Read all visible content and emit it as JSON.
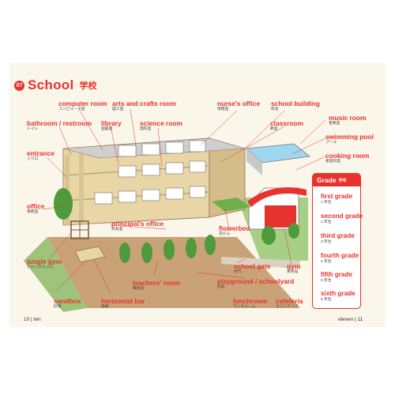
{
  "header": {
    "number": "07",
    "title": "School",
    "title_jp": "学校"
  },
  "labels": {
    "computer_room": {
      "en": "computer room",
      "jp": "コンピュータ室"
    },
    "arts_crafts": {
      "en": "arts and crafts room",
      "jp": "図工室"
    },
    "nurses_office": {
      "en": "nurse's office",
      "jp": "保健室"
    },
    "school_building": {
      "en": "school building",
      "jp": "校舎"
    },
    "music_room": {
      "en": "music room",
      "jp": "音楽室"
    },
    "bathroom": {
      "en": "bathroom / restroom",
      "jp": "トイレ"
    },
    "library": {
      "en": "library",
      "jp": "図書室"
    },
    "science_room": {
      "en": "science room",
      "jp": "理科室"
    },
    "classroom": {
      "en": "classroom",
      "jp": "教室"
    },
    "swimming_pool": {
      "en": "swimming pool",
      "jp": "プール"
    },
    "entrance": {
      "en": "entrance",
      "jp": "入り口"
    },
    "cooking_room": {
      "en": "cooking room",
      "jp": "家庭科室"
    },
    "office": {
      "en": "office",
      "jp": "事務室"
    },
    "principals_office": {
      "en": "principal's office",
      "jp": "校長室"
    },
    "flowerbed": {
      "en": "flowerbed",
      "jp": "花だん"
    },
    "jungle_gym": {
      "en": "jungle gym",
      "jp": "ジャングルジム"
    },
    "school_gate": {
      "en": "school gate",
      "jp": "校門"
    },
    "gym": {
      "en": "gym",
      "jp": "体育館"
    },
    "teachers_room": {
      "en": "teachers' room",
      "jp": "職員室"
    },
    "playground": {
      "en": "playground / schoolyard",
      "jp": "校庭"
    },
    "sandbox": {
      "en": "sandbox",
      "jp": "砂場"
    },
    "horizontal_bar": {
      "en": "horizontal bar",
      "jp": "鉄棒"
    },
    "lunchroom": {
      "en": "lunchroom",
      "jp": "ランチルーム"
    },
    "cafeteria": {
      "en": "cafeteria",
      "jp": "カフェテリア"
    }
  },
  "grade_box": {
    "title": "Grade",
    "title_jp": "学年",
    "items": [
      {
        "en": "first grade",
        "jp": "1 年生"
      },
      {
        "en": "second grade",
        "jp": "2 年生"
      },
      {
        "en": "third grade",
        "jp": "3 年生"
      },
      {
        "en": "fourth grade",
        "jp": "4 年生"
      },
      {
        "en": "fifth grade",
        "jp": "5 年生"
      },
      {
        "en": "sixth grade",
        "jp": "6 年生"
      }
    ]
  },
  "footer": {
    "left_page": "10",
    "left_text": "ten",
    "right_text": "eleven",
    "right_page": "11"
  },
  "colors": {
    "accent": "#e8322d",
    "page_bg": "#fbf6ea"
  }
}
